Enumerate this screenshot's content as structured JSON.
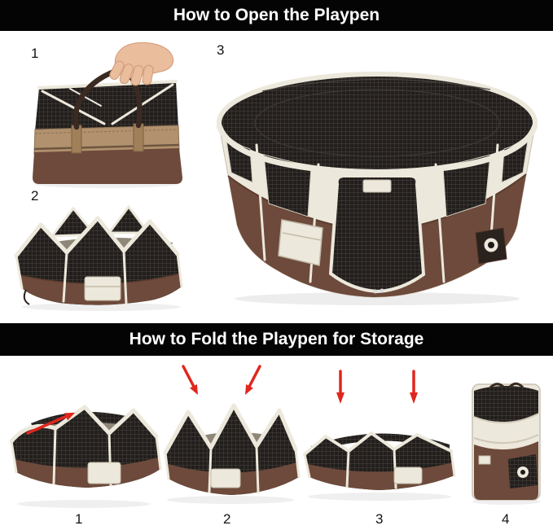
{
  "banners": {
    "open": "How to Open the Playpen",
    "fold": "How to Fold the Playpen for Storage"
  },
  "open_steps": [
    "1",
    "2",
    "3"
  ],
  "fold_steps": [
    "1",
    "2",
    "3",
    "4"
  ],
  "colors": {
    "page_bg": "#ffffff",
    "banner_bg": "#040404",
    "banner_text": "#ffffff",
    "step_number": "#141414",
    "brown": "#6d4a3b",
    "brown_dark": "#4e3429",
    "tan": "#b2916e",
    "cream": "#ece8db",
    "cream_dark": "#c9c2b0",
    "mesh": "#211e1c",
    "mesh_light": "#3e3936",
    "skin": "#eabd9d",
    "arrow": "#e0261d",
    "floor_gray": "#8e8678"
  }
}
